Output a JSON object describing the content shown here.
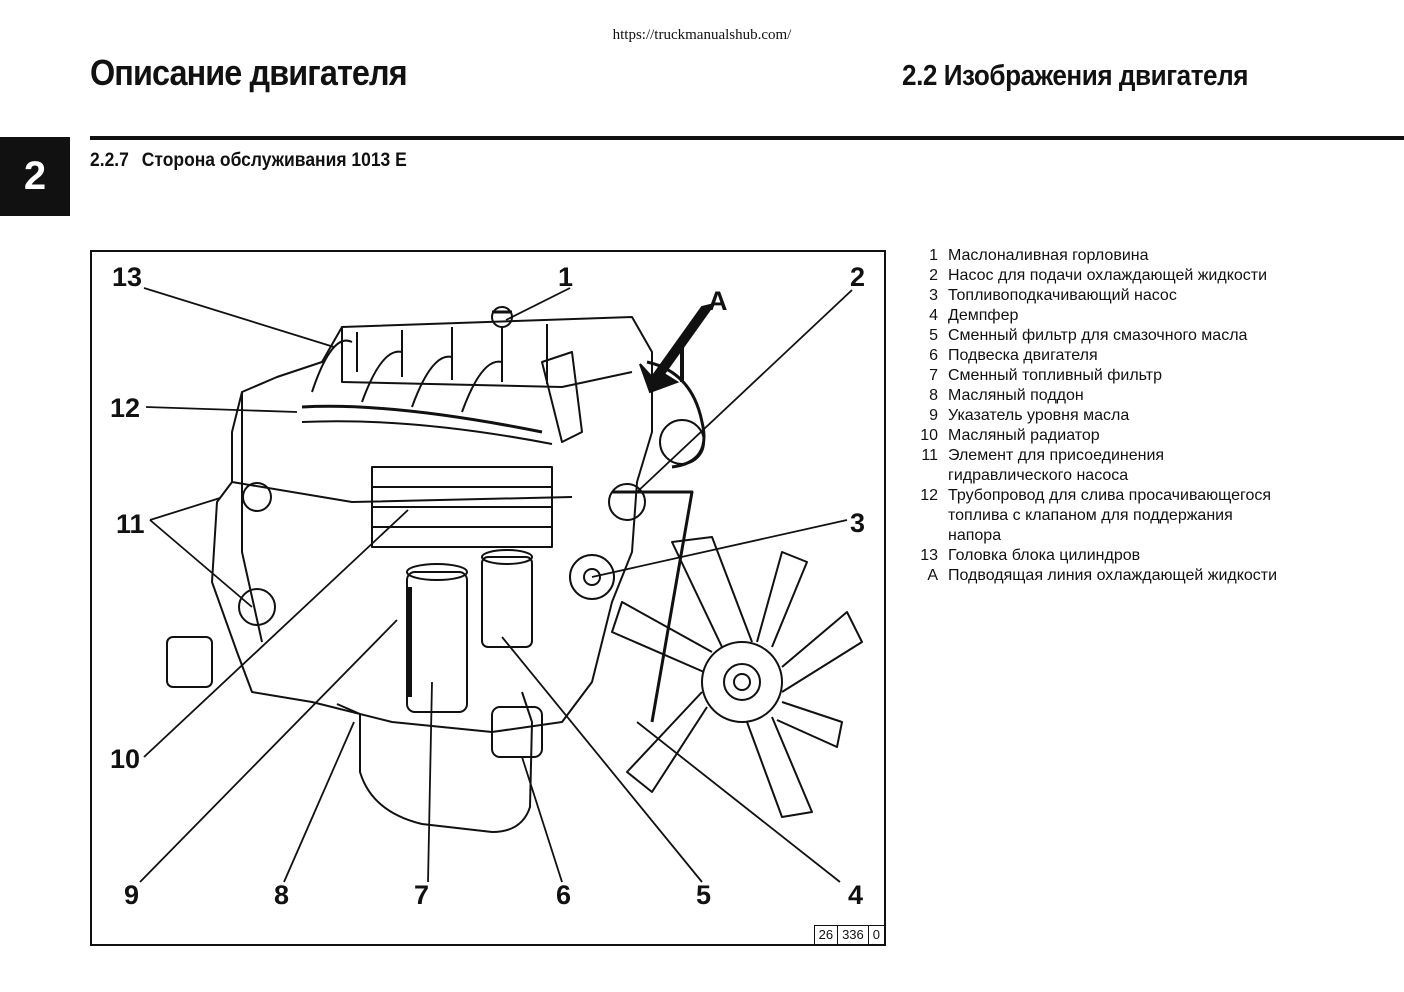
{
  "header": {
    "url": "https://truckmanualshub.com/",
    "title_left": "Описание двигателя",
    "title_right": "2.2 Изображения двигателя",
    "chapter_tab": "2"
  },
  "section": {
    "number": "2.2.7",
    "title": "Сторона обслуживания 1013 E"
  },
  "figure": {
    "callouts": {
      "c1": "1",
      "c2": "2",
      "c3": "3",
      "c4": "4",
      "c5": "5",
      "c6": "6",
      "c7": "7",
      "c8": "8",
      "c9": "9",
      "c10": "10",
      "c11": "11",
      "c12": "12",
      "c13": "13",
      "cA": "A"
    },
    "code": [
      "26",
      "336",
      "0"
    ]
  },
  "legend": [
    {
      "num": "1",
      "text": "Маслоналивная горловина"
    },
    {
      "num": "2",
      "text": "Насос для подачи охлаждающей жидкости"
    },
    {
      "num": "3",
      "text": "Топливоподкачивающий насос"
    },
    {
      "num": "4",
      "text": "Демпфер"
    },
    {
      "num": "5",
      "text": "Сменный фильтр для смазочного масла"
    },
    {
      "num": "6",
      "text": "Подвеска двигателя"
    },
    {
      "num": "7",
      "text": "Сменный топливный фильтр"
    },
    {
      "num": "8",
      "text": "Масляный поддон"
    },
    {
      "num": "9",
      "text": "Указатель уровня масла"
    },
    {
      "num": "10",
      "text": "Масляный радиатор"
    },
    {
      "num": "11",
      "text": "Элемент для присоединения гидравлического насоса"
    },
    {
      "num": "12",
      "text": "Трубопровод для слива просачивающегося топлива с клапаном для поддержания напора"
    },
    {
      "num": "13",
      "text": "Головка блока цилиндров"
    },
    {
      "num": "A",
      "text": "Подводящая линия охлаждающей жидкости"
    }
  ],
  "colors": {
    "ink": "#111111",
    "paper": "#ffffff"
  }
}
